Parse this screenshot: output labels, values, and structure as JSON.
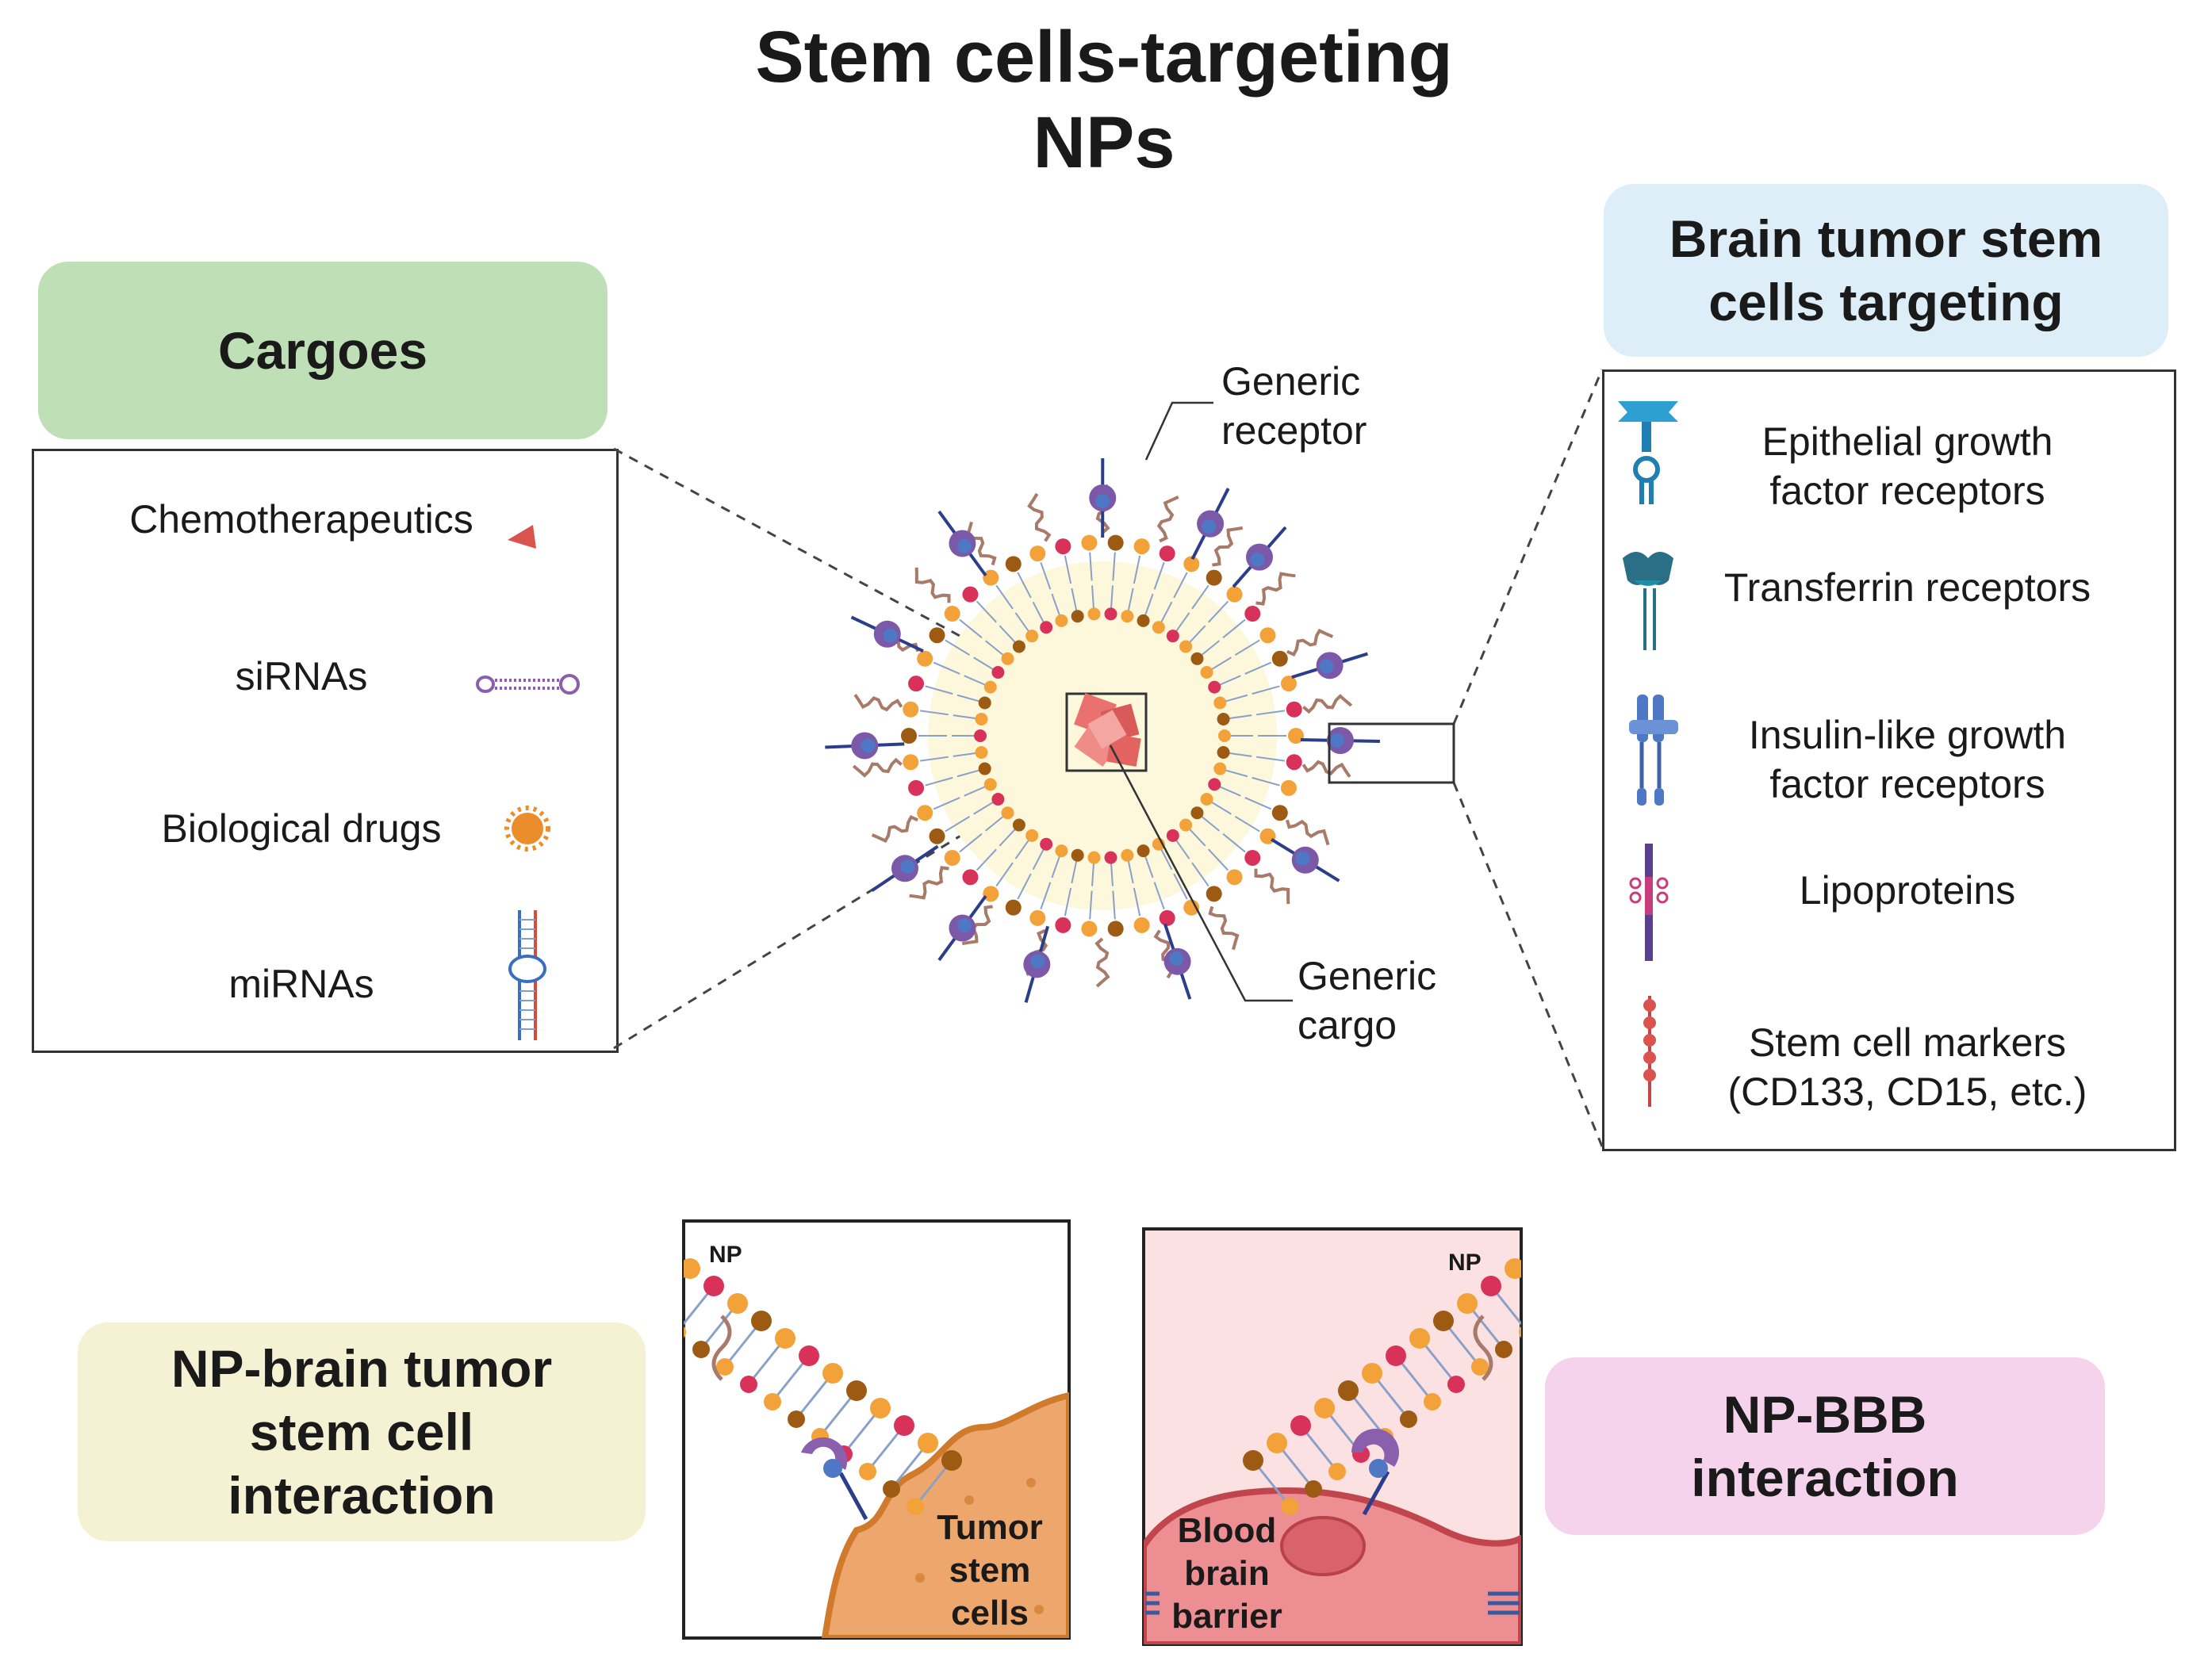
{
  "title": {
    "line1": "Stem cells-targeting",
    "line2": "NPs"
  },
  "cargoes": {
    "header": "Cargoes",
    "items": [
      "Chemotherapeutics",
      "siRNAs",
      "Biological drugs",
      "miRNAs"
    ]
  },
  "targeting": {
    "header_line1": "Brain tumor stem",
    "header_line2": "cells targeting",
    "items": [
      {
        "line1": "Epithelial growth",
        "line2": "factor receptors"
      },
      {
        "line1": "Transferrin receptors",
        "line2": ""
      },
      {
        "line1": "Insulin-like growth",
        "line2": "factor receptors"
      },
      {
        "line1": "Lipoproteins",
        "line2": ""
      },
      {
        "line1": "Stem cell markers",
        "line2": "(CD133, CD15, etc.)"
      }
    ]
  },
  "np_labels": {
    "receptor_line1": "Generic",
    "receptor_line2": "receptor",
    "cargo_line1": "Generic",
    "cargo_line2": "cargo"
  },
  "interaction_left": {
    "pill": {
      "line1": "NP-brain tumor",
      "line2": "stem cell",
      "line3": "interaction"
    },
    "np_tag": "NP",
    "cell": {
      "line1": "Tumor",
      "line2": "stem",
      "line3": "cells"
    }
  },
  "interaction_right": {
    "pill": {
      "line1": "NP-BBB",
      "line2": "interaction"
    },
    "np_tag": "NP",
    "cell": {
      "line1": "Blood",
      "line2": "brain",
      "line3": "barrier"
    }
  },
  "colors": {
    "cargoes_pill": "#bfdfb6",
    "targeting_pill": "#ddeef8",
    "left_pill": "#f4f2d3",
    "right_pill": "#f6d3ec",
    "lipid_head_orange": "#f3a23a",
    "lipid_head_pink": "#d8325b",
    "lipid_head_brown": "#9c5a12",
    "receptor_purple": "#7b58a8",
    "tumor_cell": "#eda76c",
    "bbb_cell": "#ec8e92"
  }
}
